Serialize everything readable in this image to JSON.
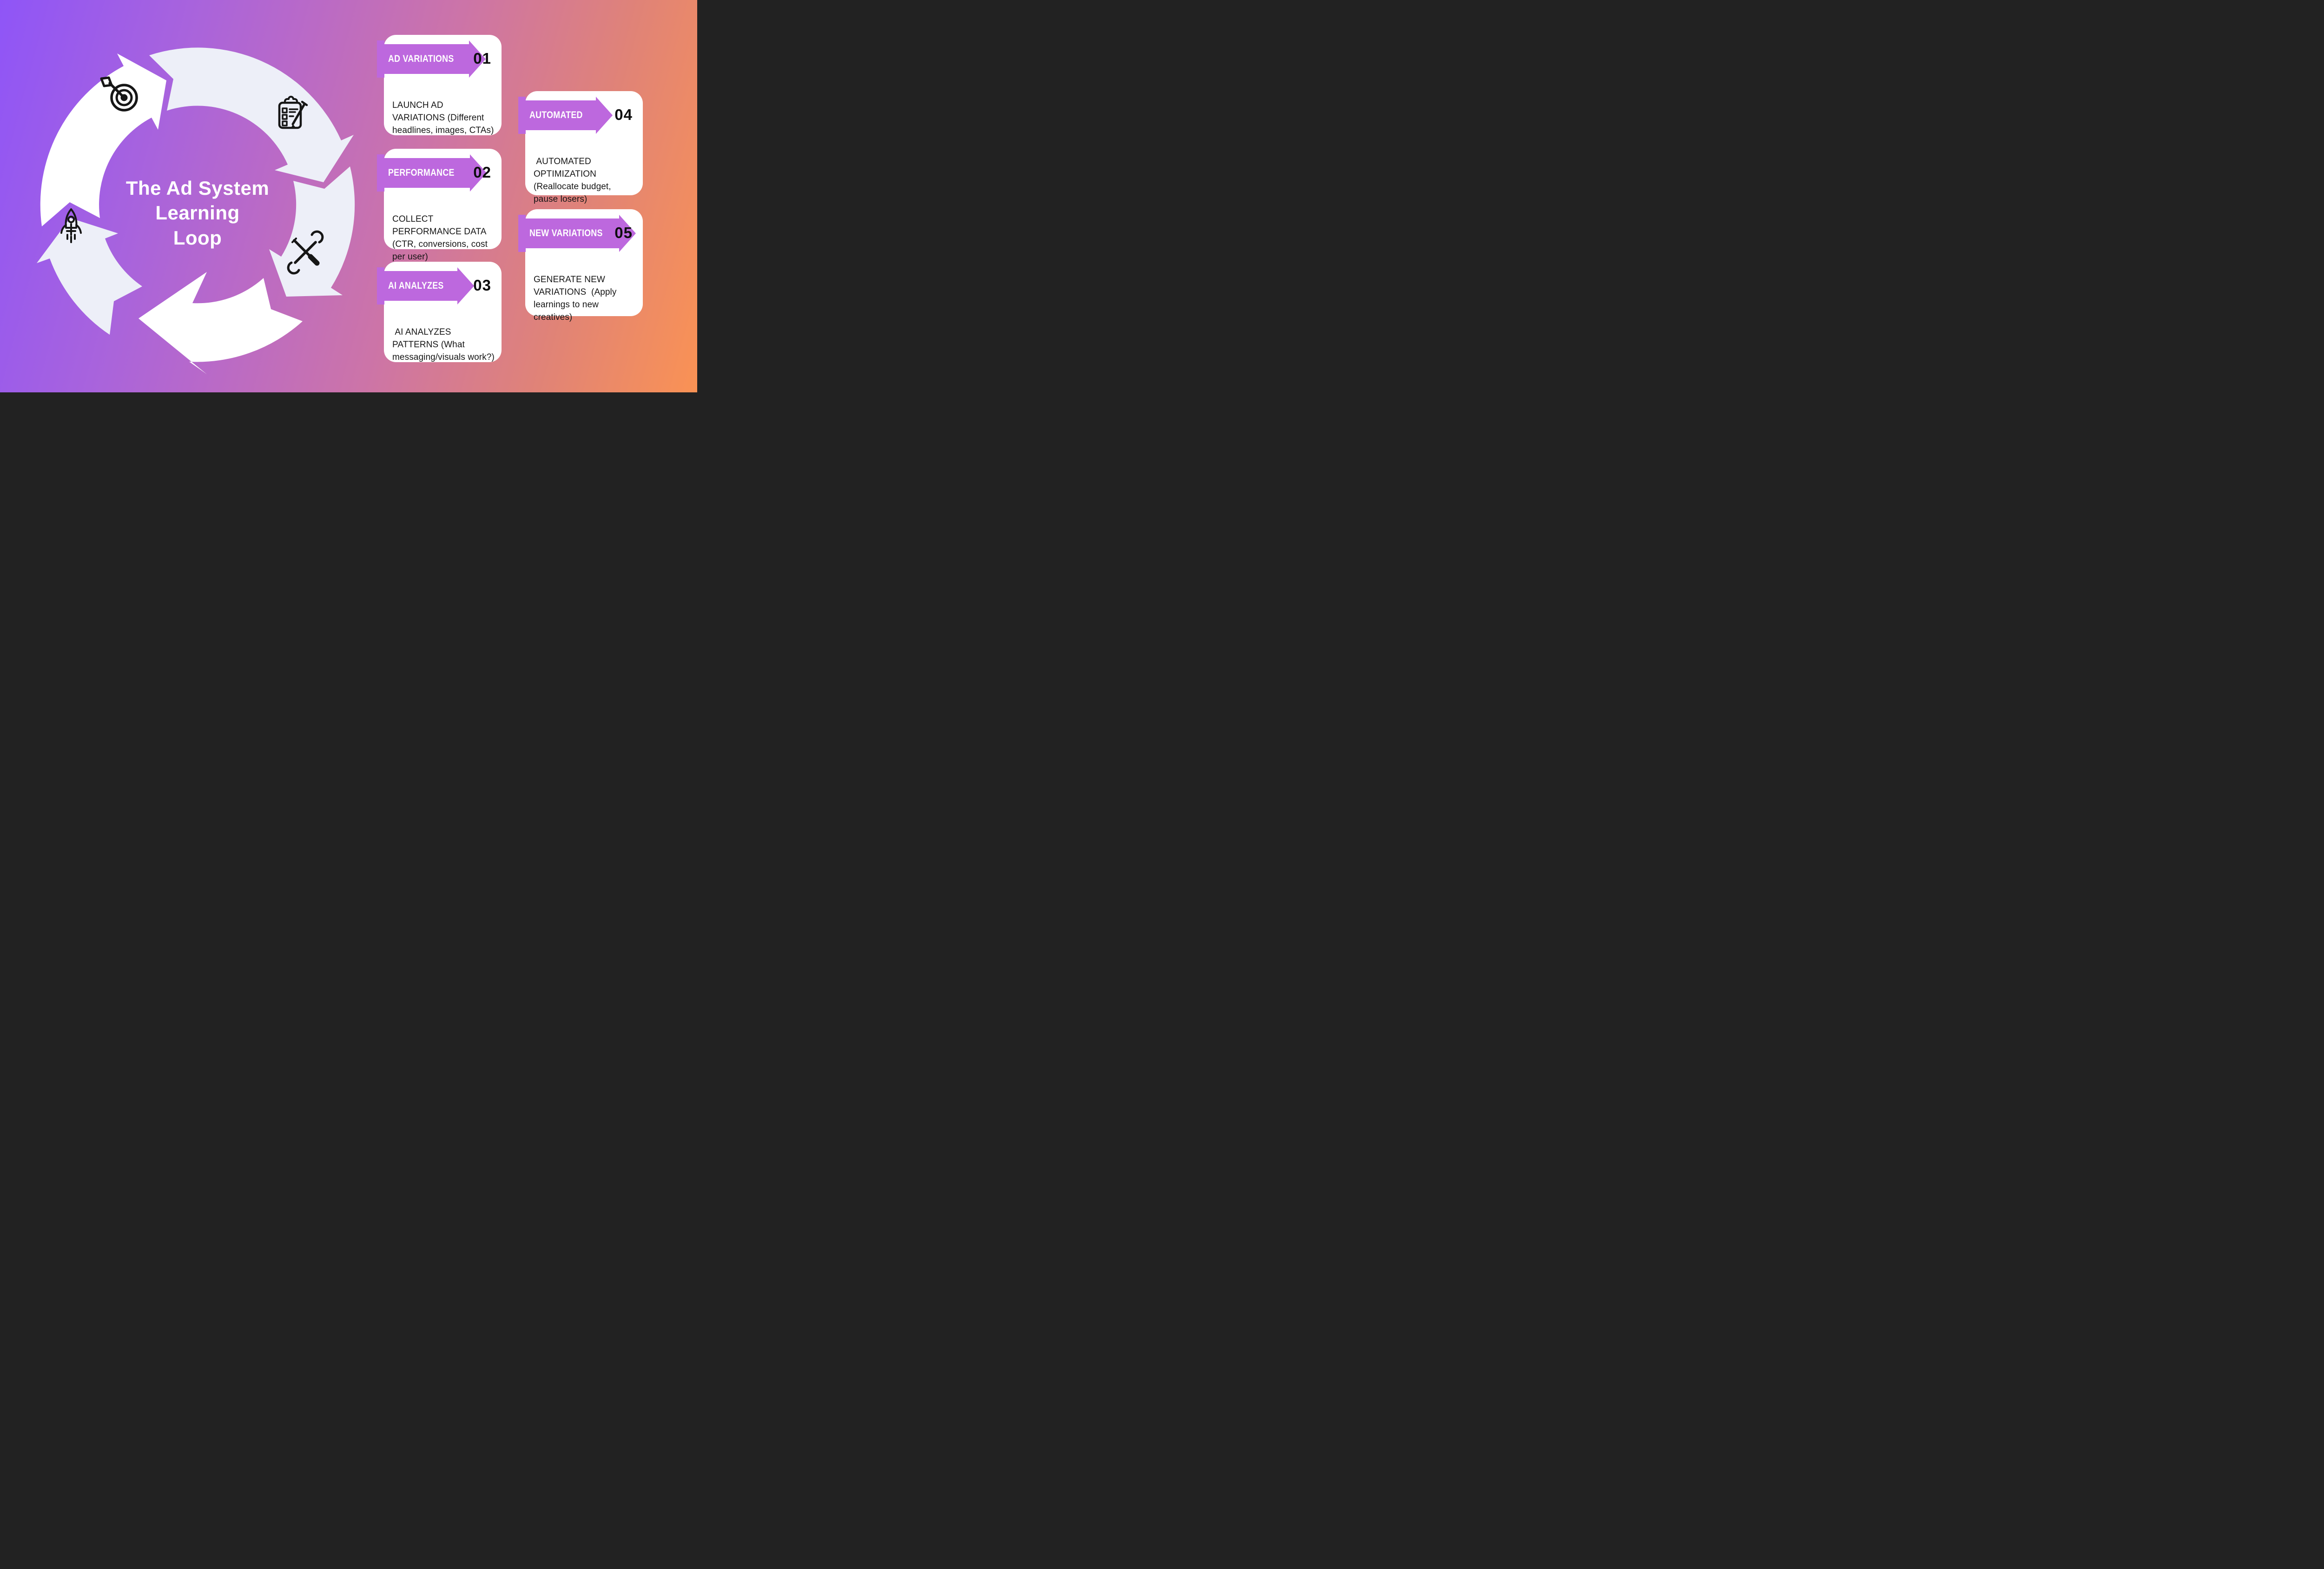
{
  "title": {
    "lines": [
      "The Ad System",
      "Learning",
      "Loop"
    ]
  },
  "loop": {
    "icons": [
      "target-icon",
      "clipboard-checklist-icon",
      "tools-icon",
      "rocket-icon"
    ]
  },
  "steps": [
    {
      "label": "AD VARIATIONS",
      "number": "01",
      "description": "LAUNCH AD VARIATIONS (Different headlines, images, CTAs)"
    },
    {
      "label": "PERFORMANCE",
      "number": "02",
      "description": "COLLECT PERFORMANCE DATA (CTR, conversions, cost per user)"
    },
    {
      "label": "AI ANALYZES",
      "number": "03",
      "description": " AI ANALYZES PATTERNS (What messaging/visuals work?)"
    },
    {
      "label": "AUTOMATED",
      "number": "04",
      "description": " AUTOMATED OPTIMIZATION (Reallocate budget, pause losers)"
    },
    {
      "label": "NEW VARIATIONS",
      "number": "05",
      "description": "GENERATE NEW VARIATIONS  (Apply learnings to new creatives)"
    }
  ],
  "colors": {
    "background_gradient_start": "#8f55f7",
    "background_gradient_mid": "#c46ab8",
    "background_gradient_end": "#fa9254",
    "ribbon_purple": "#bd68de",
    "card_background": "#ffffff",
    "arrow_white": "#ffffff",
    "arrow_lavender": "#edeff8",
    "text_dark": "#151515",
    "title_white": "#ffffff"
  }
}
